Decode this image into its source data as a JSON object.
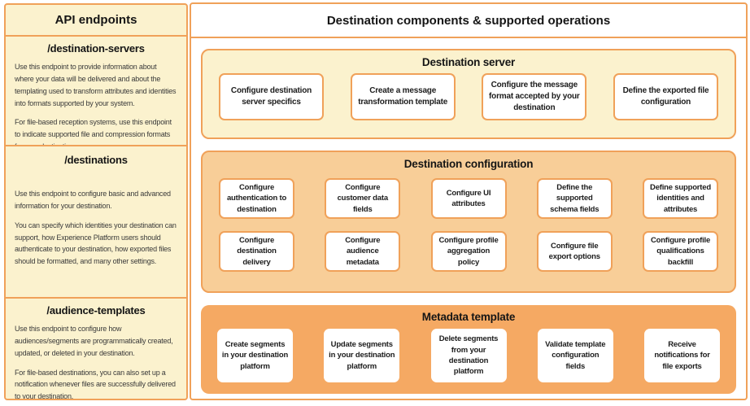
{
  "colors": {
    "pale_yellow": "#FBF2CE",
    "light_orange": "#F8CE98",
    "mid_orange": "#F5A963",
    "border_orange": "#F0A159",
    "card_white": "#FFFFFF",
    "text_dark": "#1C1C1C"
  },
  "left_panel": {
    "title": "API endpoints",
    "sections": [
      {
        "title": "/destination-servers",
        "paragraphs": [
          "Use this endpoint to provide information about where your data will be delivered and about the templating used to transform attributes and identities into formats supported by your system.",
          "For file-based reception systems, use this endpoint to indicate supported file and compression formats for your destinations."
        ]
      },
      {
        "title": "/destinations",
        "paragraphs": [
          "Use this endpoint to configure basic and advanced information for your destination.",
          "You can specify which identities your destination can support, how Experience Platform users should authenticate to your destination, how exported files should be formatted, and many other settings."
        ]
      },
      {
        "title": "/audience-templates",
        "paragraphs": [
          "Use this endpoint to configure how audiences/segments are programmatically created, updated, or deleted in your destination.",
          "For file-based destinations, you can also set up a notification whenever files are successfully delivered to your destination."
        ]
      }
    ]
  },
  "right_panel": {
    "title": "Destination components & supported operations",
    "groups": [
      {
        "title": "Destination server",
        "cards": [
          "Configure destination server specifics",
          "Create a message transformation template",
          "Configure the message format accepted by your destination",
          "Define the exported file configuration"
        ]
      },
      {
        "title": "Destination configuration",
        "rows": [
          [
            "Configure authentication to destination",
            "Configure customer data fields",
            "Configure UI attributes",
            "Define the supported schema fields",
            "Define supported identities and attributes"
          ],
          [
            "Configure destination delivery",
            "Configure audience metadata",
            "Configure profile aggregation policy",
            "Configure file export options",
            "Configure profile qualifications backfill"
          ]
        ]
      },
      {
        "title": "Metadata template",
        "cards": [
          "Create segments in your destination platform",
          "Update segments in your destination platform",
          "Delete segments from your destination platform",
          "Validate template configuration fields",
          "Receive notifications for file exports"
        ]
      }
    ]
  }
}
